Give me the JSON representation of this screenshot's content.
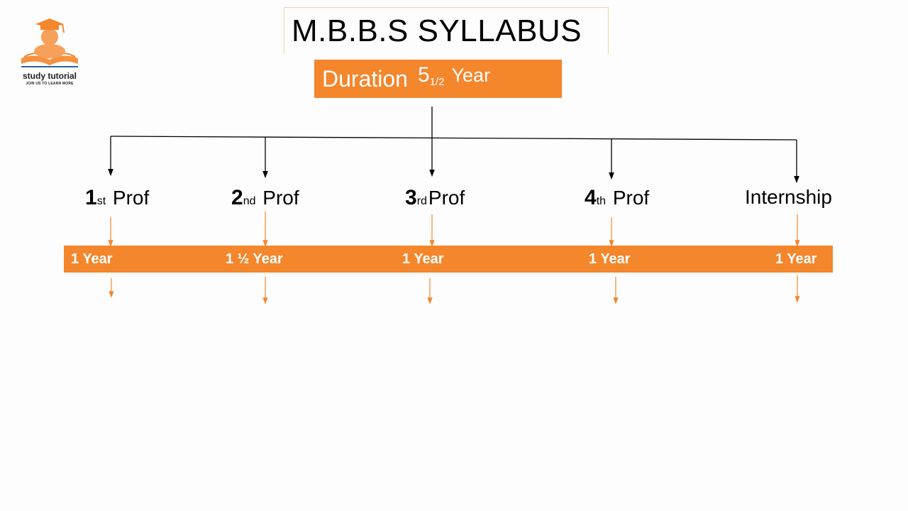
{
  "logo": {
    "name": "study tutorial",
    "tagline": "JOIN US TO LEARN MORE",
    "icon": "graduate-reading-book-icon",
    "color": "#f4862c"
  },
  "title": "M.B.B.S SYLLABUS",
  "duration": {
    "label": "Duration",
    "number": "5",
    "fraction": "1/2",
    "unit": "Year"
  },
  "stages": [
    {
      "num": "1",
      "suffix": "st",
      "word": "Prof",
      "years": "1 Year"
    },
    {
      "num": "2",
      "suffix": "nd",
      "word": "Prof",
      "years": "1 ½ Year"
    },
    {
      "num": "3",
      "suffix": "rd",
      "word": "Prof",
      "years": "1 Year"
    },
    {
      "num": "4",
      "suffix": "th",
      "word": "Prof",
      "years": "1 Year"
    },
    {
      "num": "",
      "suffix": "",
      "word": "Internship",
      "years": "1 Year"
    }
  ],
  "colors": {
    "accent": "#f4862c",
    "connector": "#000000",
    "accent_arrow": "#f4862c",
    "background": "#fdfdfd"
  }
}
